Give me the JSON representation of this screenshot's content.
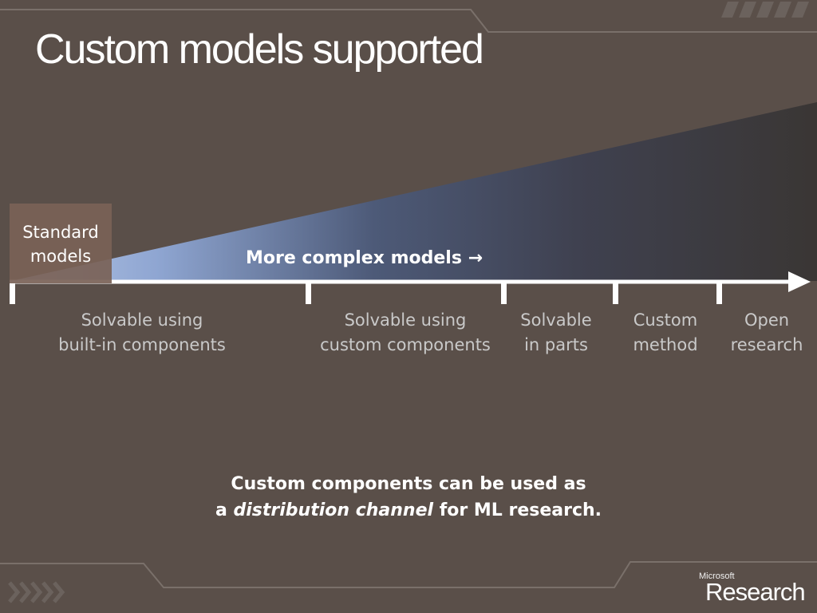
{
  "slide": {
    "title": "Custom models supported",
    "standard_label_line1": "Standard",
    "standard_label_line2": "models",
    "complexity_label": "More complex models",
    "complexity_arrow": "→",
    "categories": [
      {
        "line1": "Solvable using",
        "line2": "built-in components"
      },
      {
        "line1": "Solvable using",
        "line2": "custom components"
      },
      {
        "line1": "Solvable",
        "line2": "in parts"
      },
      {
        "line1": "Custom",
        "line2": "method"
      },
      {
        "line1": "Open",
        "line2": "research"
      }
    ],
    "note_line1": "Custom components can be used as",
    "note_prefix": "a",
    "note_emphasis": "distribution channel",
    "note_suffix": "for ML research."
  },
  "logo": {
    "small": "Microsoft",
    "big": "Research"
  },
  "colors": {
    "background": "#5a4f49",
    "wedge_light": "#9fb3d9",
    "wedge_dark": "#3a3634",
    "standard_box": "#7a6257",
    "category_text": "#c9c9c9"
  }
}
